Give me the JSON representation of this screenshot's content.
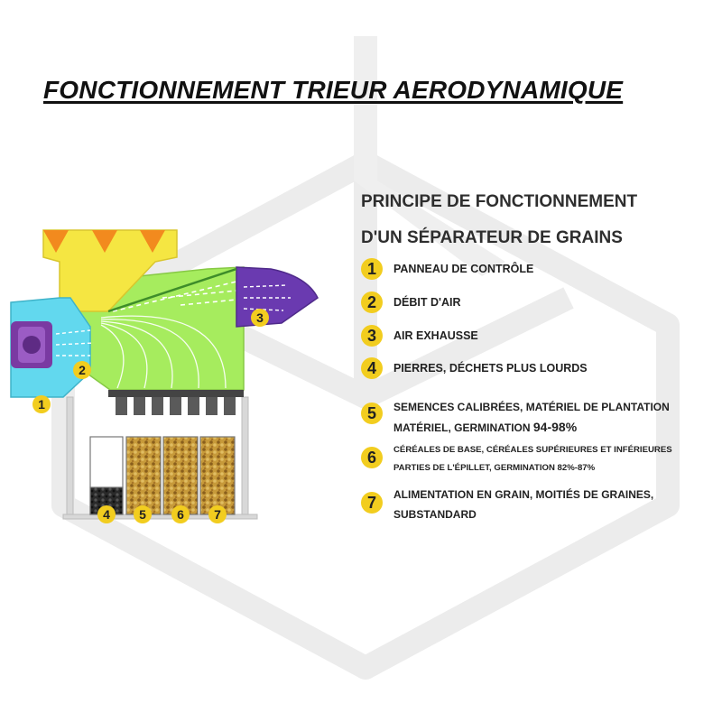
{
  "title": "FONCTIONNEMENT TRIEUR AERODYNAMIQUE",
  "legend": {
    "heading_line1": "PRINCIPE DE FONCTIONNEMENT",
    "heading_line2": "D'UN SÉPARATEUR DE GRAINS",
    "items": [
      {
        "num": "1",
        "line1": "PANNEAU DE CONTRÔLE"
      },
      {
        "num": "2",
        "line1": "DÉBIT D'AIR"
      },
      {
        "num": "3",
        "line1": "AIR EXHAUSSE"
      },
      {
        "num": "4",
        "line1": "PIERRES, DÉCHETS PLUS LOURDS"
      },
      {
        "num": "5",
        "line1": "SEMENCES CALIBRÉES, MATÉRIEL DE PLANTATION",
        "line2": "MATÉRIEL, GERMINATION",
        "germination": "94-98%"
      },
      {
        "num": "6",
        "line1": "CÉRÉALES DE BASE, CÉRÉALES SUPÉRIEURES ET INFÉRIEURES",
        "line2": "PARTIES DE L'ÉPILLET, GERMINATION 82%-87%"
      },
      {
        "num": "7",
        "line1": "ALIMENTATION EN GRAIN, MOITIÉS DE GRAINES,",
        "line2": "SUBSTANDARD"
      }
    ]
  },
  "diagram": {
    "callouts": [
      "1",
      "2",
      "3",
      "4",
      "5",
      "6",
      "7"
    ]
  },
  "colors": {
    "badge": "#f2cd1f",
    "hopper": "#f5e642",
    "hopper_arrows": "#f28a1e",
    "body": "#a6ec5e",
    "fan_housing": "#62d8ee",
    "fan": "#7a3aa2",
    "exhaust": "#6a3ab0",
    "watermark": "#eaeaea"
  }
}
